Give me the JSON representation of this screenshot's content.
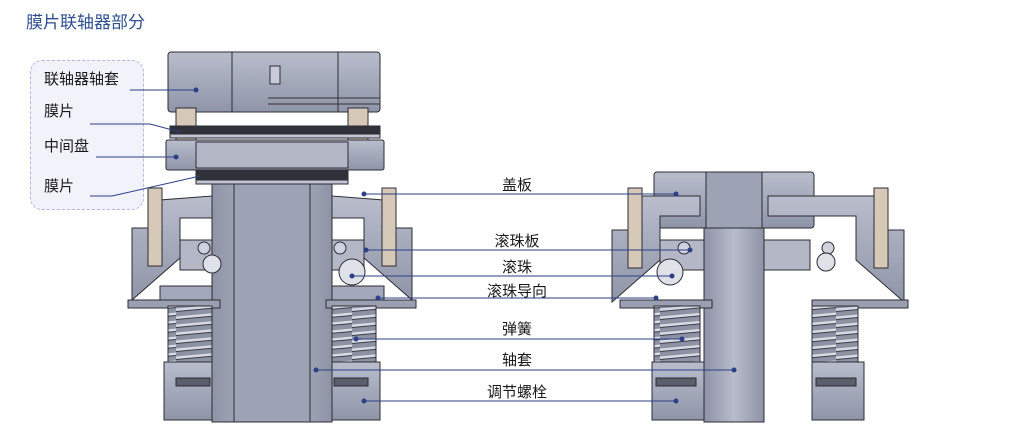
{
  "title": "膜片联轴器部分",
  "left_labels": [
    "联轴器轴套",
    "膜片",
    "中间盘",
    "膜片"
  ],
  "center_labels": [
    "盖板",
    "滚珠板",
    "滚珠",
    "滚珠导向",
    "弹簧",
    "轴套",
    "调节螺栓"
  ],
  "colors": {
    "title": "#2f4f8f",
    "leader": "#2e3f86",
    "metal": "#a7acbe",
    "metal_dark": "#868ca0",
    "outline": "#2c2c34",
    "legend_bg": "#f2f2fb"
  }
}
